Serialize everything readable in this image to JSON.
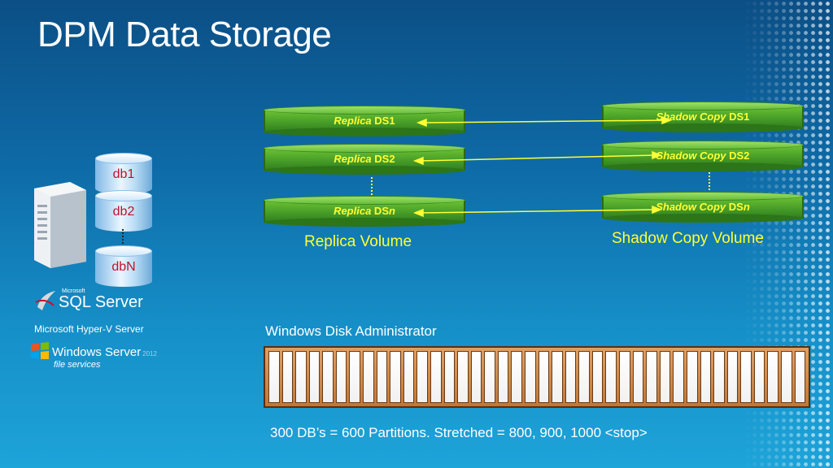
{
  "title": "DPM Data Storage",
  "replica": {
    "items": [
      {
        "italic": "Replica",
        "rest": " DS1"
      },
      {
        "italic": "Replica",
        "rest": " DS2"
      },
      {
        "italic": "Replica",
        "rest": " DS",
        "suffix": "n"
      }
    ],
    "caption": "Replica Volume"
  },
  "shadow": {
    "items": [
      {
        "italic": "Shadow Copy",
        "rest": " DS1"
      },
      {
        "italic": "Shadow Copy",
        "rest": " DS2"
      },
      {
        "italic": "Shadow Copy",
        "rest": " DS",
        "suffix": "n"
      }
    ],
    "caption": "Shadow Copy Volume"
  },
  "databases": [
    "db1",
    "db2",
    "dbN"
  ],
  "logos": {
    "sql_small": "Microsoft",
    "sql": "SQL Server",
    "hyperv": "Microsoft Hyper-V Server",
    "windows": "Windows Server",
    "windows_year": "2012",
    "file_services": "file services"
  },
  "disk": {
    "label": "Windows Disk Administrator",
    "partitions_shown": 40
  },
  "note": "300 DB’s = 600 Partitions.   Stretched = 800, 900, 1000   <stop>",
  "colors": {
    "label_yellow": "#ffff33",
    "volume_green": "#4ea52a",
    "db_label_red": "#c0102a",
    "disk_brown": "#c07838"
  }
}
